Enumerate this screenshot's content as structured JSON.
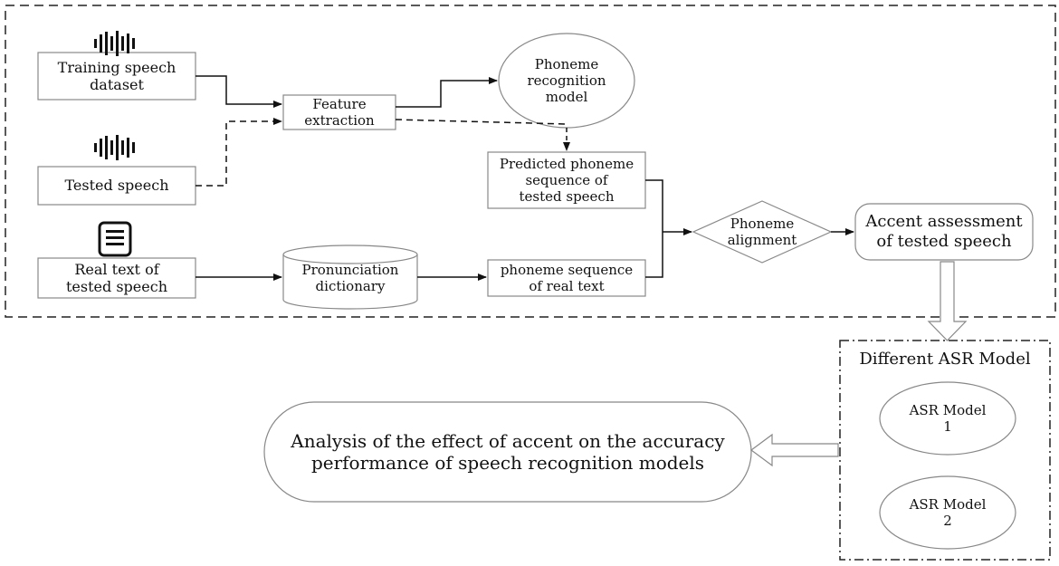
{
  "nodes": {
    "training_speech": "Training speech\ndataset",
    "tested_speech": "Tested speech",
    "real_text": "Real text of\ntested speech",
    "feature_extraction": "Feature\nextraction",
    "phoneme_model": "Phoneme\nrecognition\nmodel",
    "predicted_sequence": "Predicted phoneme\nsequence of\ntested speech",
    "pronunciation_dictionary": "Pronunciation\ndictionary",
    "real_phoneme_sequence": "phoneme sequence\nof real text",
    "phoneme_alignment": "Phoneme\nalignment",
    "accent_assessment": "Accent assessment\nof tested speech",
    "asr_group_title": "Different ASR Model",
    "asr_model_1": "ASR Model\n1",
    "asr_model_2": "ASR Model\n2",
    "analysis": "Analysis of the effect of accent on the accuracy\nperformance of speech recognition models"
  },
  "icons": {
    "audio_wave_1": "audio-wave-icon",
    "audio_wave_2": "audio-wave-icon",
    "document": "document-icon"
  },
  "colors": {
    "stroke": "#222222",
    "fill": "#ffffff",
    "gray_stroke": "#888888"
  }
}
